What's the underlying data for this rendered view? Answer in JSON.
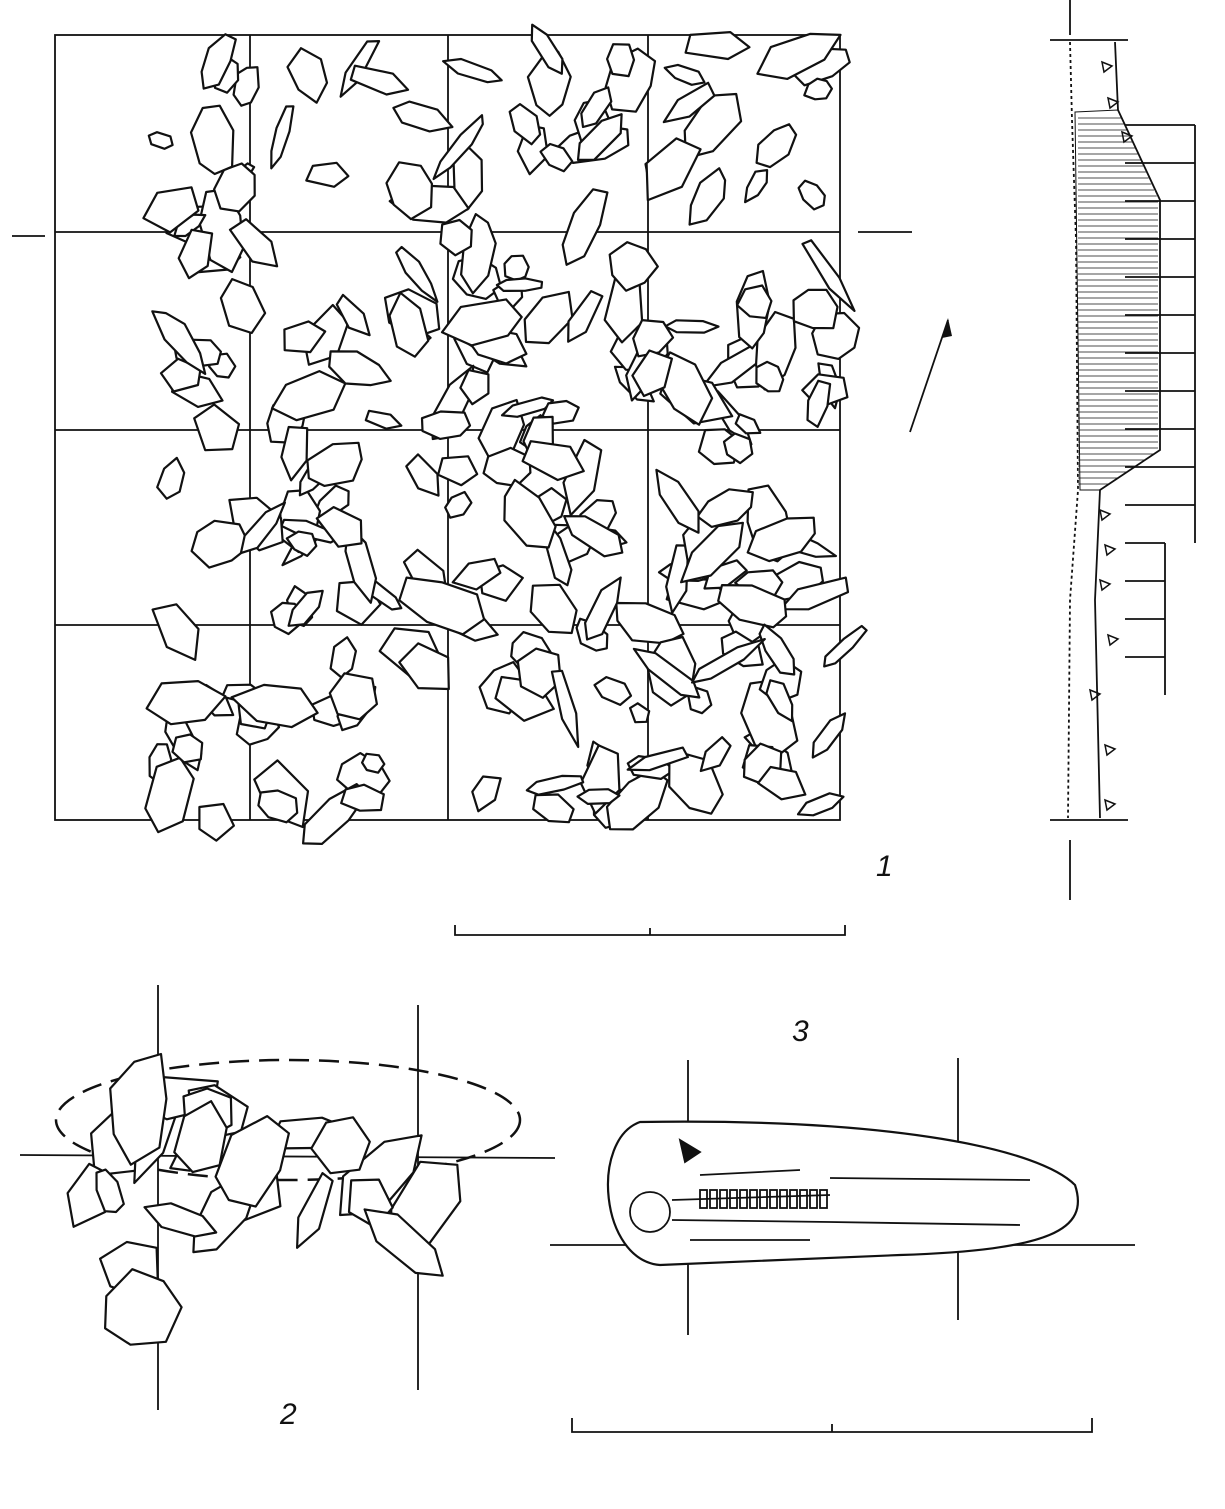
{
  "figure": {
    "labels": [
      "1",
      "2",
      "3"
    ],
    "colors": {
      "ink": "#111111",
      "paper": "#ffffff"
    }
  }
}
